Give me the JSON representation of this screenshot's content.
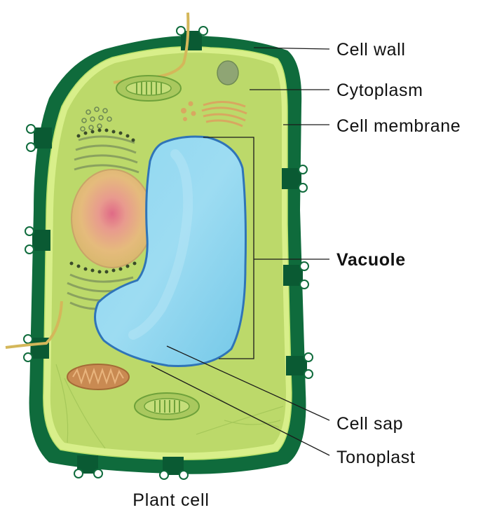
{
  "labels": {
    "cell_wall": "Cell wall",
    "cytoplasm": "Cytoplasm",
    "cell_membrane": "Cell membrane",
    "vacuole": "Vacuole",
    "cell_sap": "Cell sap",
    "tonoplast": "Tonoplast"
  },
  "caption": "Plant cell",
  "colors": {
    "cell_wall": "#0f6b3c",
    "cytoplasm": "#bcd96a",
    "membrane": "#d8ef8a",
    "vacuole": "#7fd0ec",
    "vacuole_edge": "#2f74b8",
    "nucleus": "#e3b77a",
    "nucleolus": "#e57f8a",
    "mitochondrion": "#c98a52",
    "chloroplast": "#a9c85e"
  }
}
